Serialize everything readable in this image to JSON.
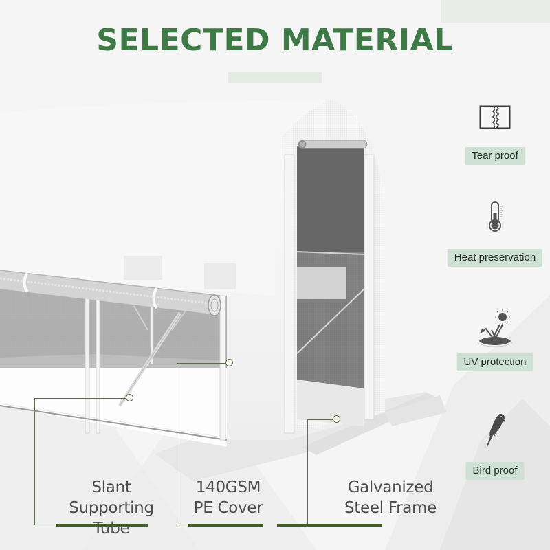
{
  "title": "SELECTED MATERIAL",
  "features": [
    {
      "icon": "tear-proof-icon",
      "label": "Tear proof"
    },
    {
      "icon": "thermometer-icon",
      "label": "Heat preservation"
    },
    {
      "icon": "uv-protection-icon",
      "label": "UV protection"
    },
    {
      "icon": "bird-icon",
      "label": "Bird proof"
    }
  ],
  "callouts": [
    {
      "line1": "Slant Supporting",
      "line2": "Tube"
    },
    {
      "line1": "140GSM",
      "line2": "PE Cover"
    },
    {
      "line1": "Galvanized",
      "line2": "Steel Frame"
    }
  ],
  "colors": {
    "title_green": "#3d7a46",
    "label_bg": "#cfe0d4",
    "underline_green": "#3f5f25",
    "leader_line": "#5e6e4a"
  }
}
